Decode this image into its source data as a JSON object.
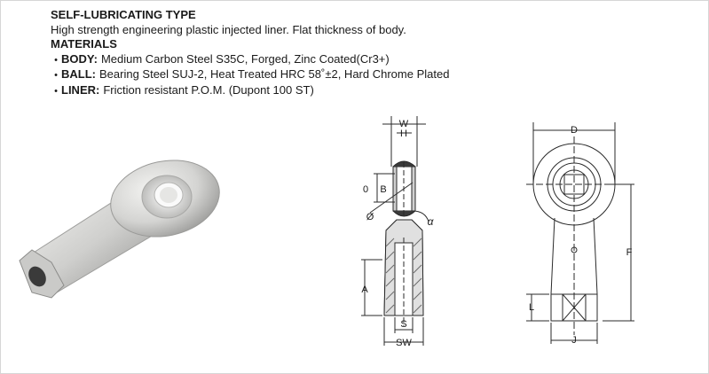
{
  "spec": {
    "title": "SELF-LUBRICATING TYPE",
    "description": "High strength engineering plastic injected liner. Flat thickness of body.",
    "materials_heading": "MATERIALS",
    "materials": [
      {
        "label": "BODY:",
        "text": "Medium Carbon Steel S35C, Forged, Zinc Coated(Cr3+)"
      },
      {
        "label": "BALL:",
        "text": "Bearing Steel SUJ-2, Heat Treated HRC 58˚±2, Hard Chrome Plated"
      },
      {
        "label": "LINER:",
        "text": "Friction resistant P.O.M. (Dupont 100 ST)"
      }
    ]
  },
  "side_view": {
    "dim_w": "W",
    "dim_h": "H",
    "dim_b_prefix": "0",
    "dim_b": "B",
    "dim_ball_dia": "Ø",
    "dim_alpha": "α",
    "dim_a": "A",
    "dim_s": "S",
    "dim_sw": "SW"
  },
  "front_view": {
    "dim_d": "D",
    "dim_f": "F",
    "dim_l": "L",
    "dim_j": "J"
  },
  "colors": {
    "line": "#2a2a2a",
    "metal_light": "#e2e2e0",
    "metal_dark": "#9a9a98"
  }
}
